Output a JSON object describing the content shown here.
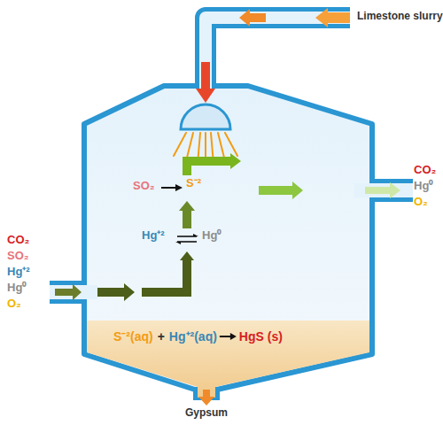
{
  "diagram": {
    "labels": [
      "Limestone slurry",
      "CO₂",
      "Hg⁰",
      "O₂",
      "SO₂",
      "S⁻²",
      "Hg⁺²",
      "Hg⁰",
      "CO₂",
      "SO₂",
      "Hg⁺²",
      "Hg⁰",
      "O₂",
      "S⁻²(aq)",
      "+",
      "Hg⁺²(aq)",
      "HgS (s)",
      "Gypsum"
    ]
  }
}
